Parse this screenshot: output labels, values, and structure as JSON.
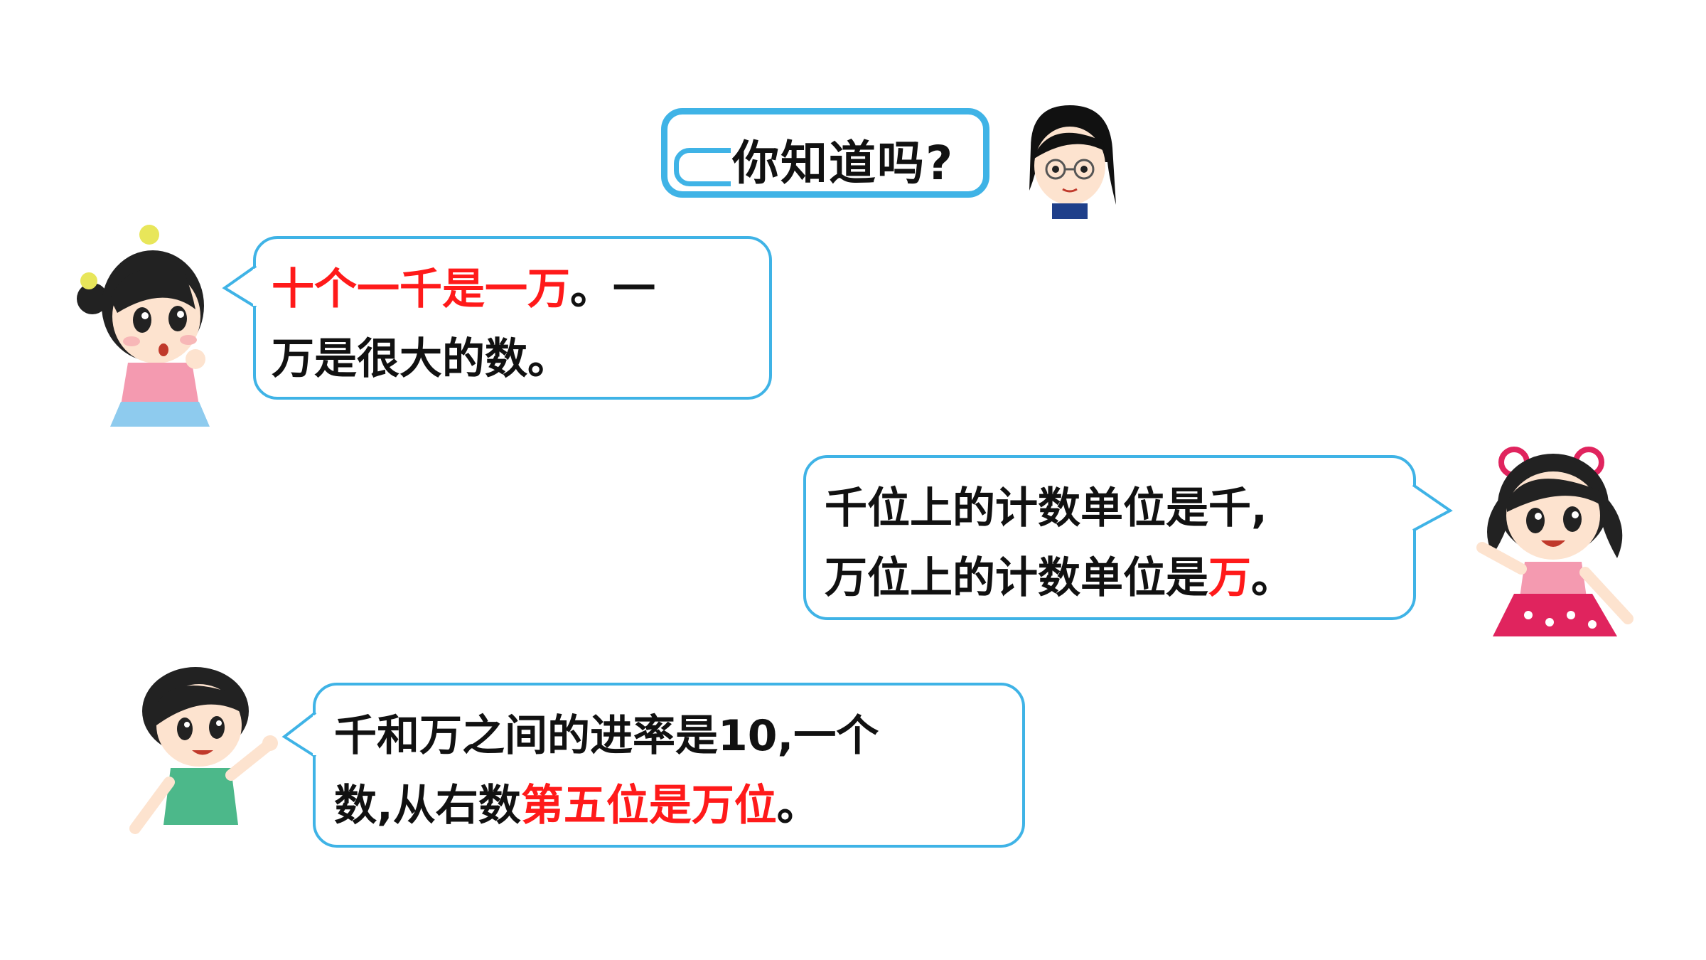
{
  "title": "你知道吗?",
  "bubble1": {
    "line1_highlight": "十个一千是一万",
    "line1_rest": "。一",
    "line2": "万是很大的数。"
  },
  "bubble2": {
    "line1": "千位上的计数单位是千,",
    "line2_prefix": "万位上的计数单位是",
    "line2_highlight": "万",
    "line2_suffix": "。"
  },
  "bubble3": {
    "line1": "千和万之间的进率是10,一个",
    "line2_prefix": "数,从右数",
    "line2_highlight": "第五位是万位",
    "line2_suffix": "。"
  },
  "colors": {
    "accent_blue": "#3fb3e6",
    "highlight_red": "#ff1a1a",
    "text": "#111111"
  }
}
